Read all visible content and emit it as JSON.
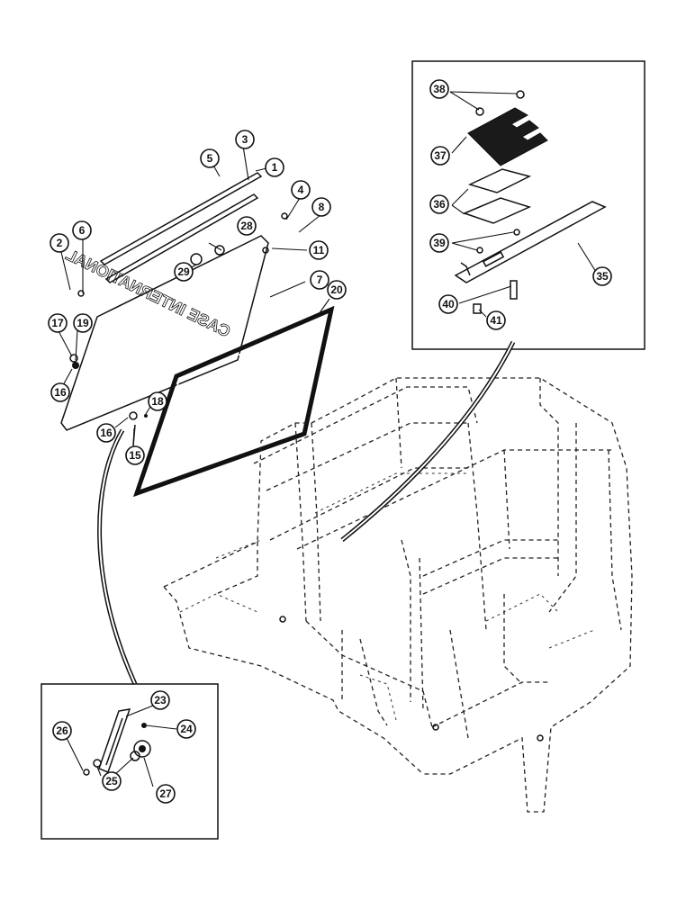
{
  "diagram": {
    "colors": {
      "ink": "#111111",
      "paper": "#ffffff",
      "seal_fill": "#1a1a1a"
    },
    "decal_text": "CASE INTERNATIONAL",
    "callouts": [
      {
        "id": "c1",
        "label": "1"
      },
      {
        "id": "c2",
        "label": "2"
      },
      {
        "id": "c3",
        "label": "3"
      },
      {
        "id": "c4",
        "label": "4"
      },
      {
        "id": "c5",
        "label": "5"
      },
      {
        "id": "c6",
        "label": "6"
      },
      {
        "id": "c7",
        "label": "7"
      },
      {
        "id": "c8",
        "label": "8"
      },
      {
        "id": "c11",
        "label": "11"
      },
      {
        "id": "c15",
        "label": "15"
      },
      {
        "id": "c16a",
        "label": "16"
      },
      {
        "id": "c16b",
        "label": "16"
      },
      {
        "id": "c17",
        "label": "17"
      },
      {
        "id": "c18",
        "label": "18"
      },
      {
        "id": "c19",
        "label": "19"
      },
      {
        "id": "c20",
        "label": "20"
      },
      {
        "id": "c23",
        "label": "23"
      },
      {
        "id": "c24",
        "label": "24"
      },
      {
        "id": "c25",
        "label": "25"
      },
      {
        "id": "c26",
        "label": "26"
      },
      {
        "id": "c27",
        "label": "27"
      },
      {
        "id": "c28",
        "label": "28"
      },
      {
        "id": "c29",
        "label": "29"
      },
      {
        "id": "c35",
        "label": "35"
      },
      {
        "id": "c36",
        "label": "36"
      },
      {
        "id": "c37",
        "label": "37"
      },
      {
        "id": "c38",
        "label": "38"
      },
      {
        "id": "c39",
        "label": "39"
      },
      {
        "id": "c40",
        "label": "40"
      },
      {
        "id": "c41",
        "label": "41"
      }
    ]
  }
}
